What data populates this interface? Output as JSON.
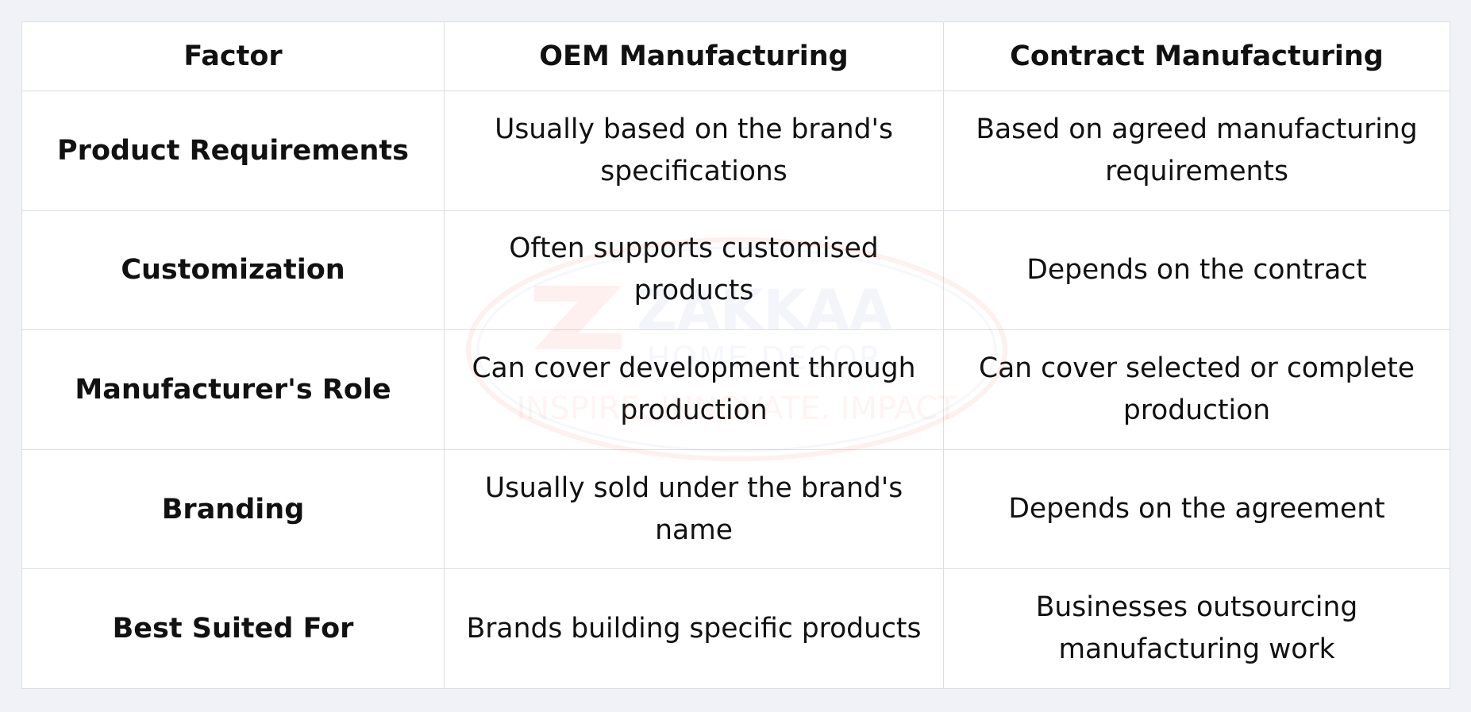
{
  "table": {
    "headers": [
      "Factor",
      "OEM Manufacturing",
      "Contract Manufacturing"
    ],
    "rows": [
      {
        "factor": "Product Requirements",
        "oem": "Usually based on the brand's specifications",
        "contract": "Based on agreed manufacturing requirements"
      },
      {
        "factor": "Customization",
        "oem": "Often supports customised products",
        "contract": "Depends on the contract"
      },
      {
        "factor": "Manufacturer's Role",
        "oem": "Can cover development through production",
        "contract": "Can cover selected or complete production"
      },
      {
        "factor": "Branding",
        "oem": "Usually sold under the brand's name",
        "contract": "Depends on the agreement"
      },
      {
        "factor": "Best Suited For",
        "oem": "Brands building specific products",
        "contract": "Businesses outsourcing manufacturing work"
      }
    ]
  },
  "watermark": {
    "brand": "ZAKKAA",
    "subtitle": "HOME DECOR",
    "tagline": "INSPIRE. INNOVATE. IMPACT",
    "accent_color": "#e8402f"
  }
}
